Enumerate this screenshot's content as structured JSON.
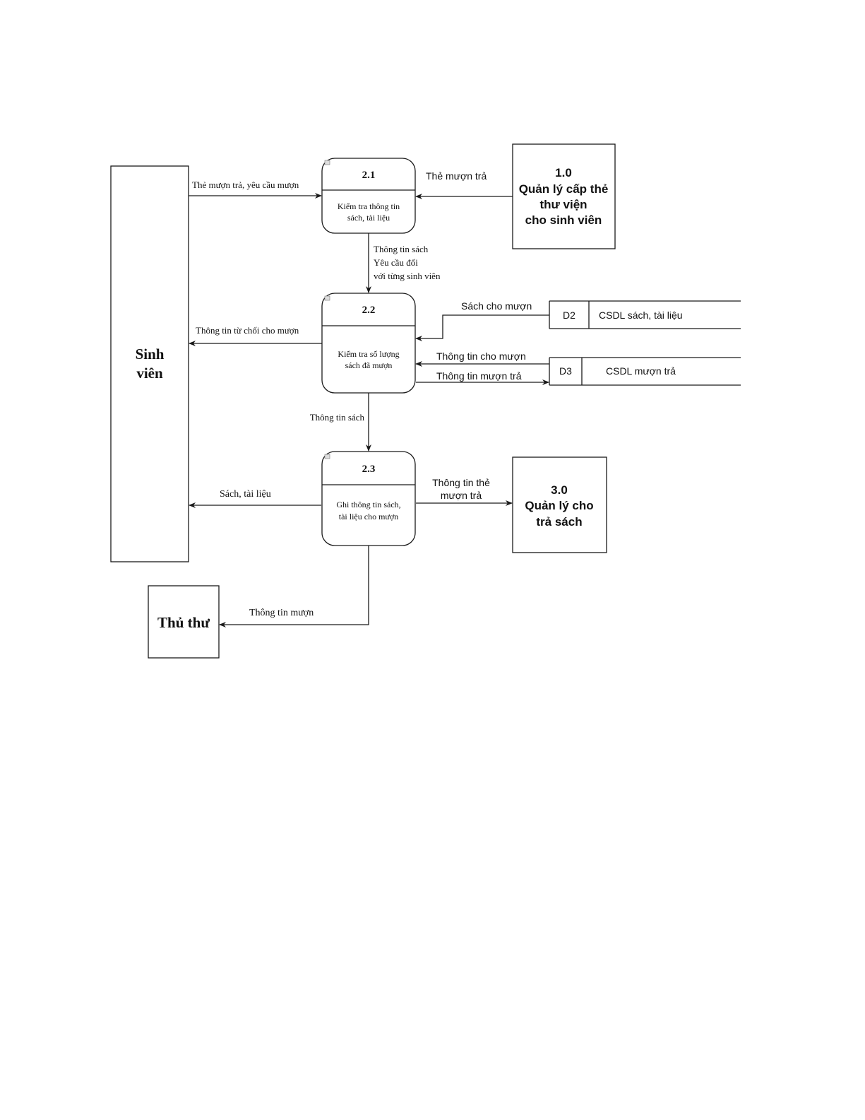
{
  "diagram": {
    "type": "Data Flow Diagram (level 2)",
    "external_entities": {
      "student": {
        "line1": "Sinh",
        "line2": "viên"
      },
      "librarian": {
        "label": "Thủ thư"
      }
    },
    "external_processes": {
      "p1": {
        "id": "1.0",
        "lines": [
          "Quản lý cấp thẻ",
          "thư viện",
          "cho sinh viên"
        ]
      },
      "p3": {
        "id": "3.0",
        "lines": [
          "Quản lý cho",
          "trả sách"
        ]
      }
    },
    "processes": {
      "p21": {
        "id": "2.1",
        "lines": [
          "Kiểm tra thông tin",
          "sách, tài liệu"
        ]
      },
      "p22": {
        "id": "2.2",
        "lines": [
          "Kiểm tra số lượng",
          "sách đã mượn"
        ]
      },
      "p23": {
        "id": "2.3",
        "lines": [
          "Ghi thông tin sách,",
          "tài liệu cho mượn"
        ]
      }
    },
    "data_stores": {
      "d2": {
        "id": "D2",
        "name": "CSDL sách, tài liệu"
      },
      "d3": {
        "id": "D3",
        "name": "CSDL mượn trả"
      }
    },
    "flows": {
      "student_to_21": "Thẻ mượn trả, yêu cầu mượn",
      "p1_to_21": "Thẻ mượn trả",
      "f21_to_22": [
        "Thông tin sách",
        "Yêu cầu đối",
        "với từng sinh viên"
      ],
      "f22_to_student": "Thông tin từ chối cho mượn",
      "d2_to_22": "Sách cho mượn",
      "d3_to_22": "Thông tin cho mượn",
      "f22_to_d3": "Thông tin mượn trả",
      "f22_to_23": "Thông tin sách",
      "f23_to_student": "Sách, tài liệu",
      "f23_to_p3": [
        "Thông tin thẻ",
        "mượn trả"
      ],
      "f23_to_librarian": "Thông tin mượn"
    }
  }
}
